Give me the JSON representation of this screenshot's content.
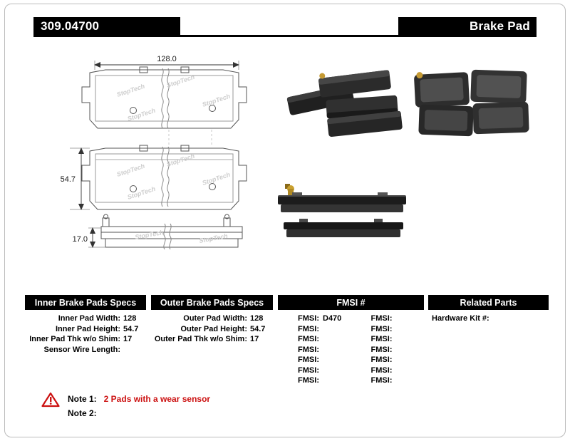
{
  "header": {
    "part_number": "309.04700",
    "product_type": "Brake Pad"
  },
  "drawings": {
    "watermark": "StopTech",
    "width_dim": "128.0",
    "height_dim": "54.7",
    "thickness_dim": "17.0"
  },
  "spec_table": {
    "inner": {
      "header": "Inner Brake Pads Specs",
      "rows": [
        {
          "label": "Inner Pad Width:",
          "value": "128"
        },
        {
          "label": "Inner Pad Height:",
          "value": "54.7"
        },
        {
          "label": "Inner Pad Thk w/o Shim:",
          "value": "17"
        },
        {
          "label": "Sensor Wire Length:",
          "value": ""
        }
      ]
    },
    "outer": {
      "header": "Outer Brake Pads Specs",
      "rows": [
        {
          "label": "Outer Pad Width:",
          "value": "128"
        },
        {
          "label": "Outer Pad Height:",
          "value": "54.7"
        },
        {
          "label": "Outer Pad Thk w/o Shim:",
          "value": "17"
        }
      ]
    },
    "fmsi": {
      "header": "FMSI #",
      "col1": [
        {
          "label": "FMSI:",
          "value": "D470"
        },
        {
          "label": "FMSI:",
          "value": ""
        },
        {
          "label": "FMSI:",
          "value": ""
        },
        {
          "label": "FMSI:",
          "value": ""
        },
        {
          "label": "FMSI:",
          "value": ""
        },
        {
          "label": "FMSI:",
          "value": ""
        },
        {
          "label": "FMSI:",
          "value": ""
        }
      ],
      "col2": [
        {
          "label": "FMSI:",
          "value": ""
        },
        {
          "label": "FMSI:",
          "value": ""
        },
        {
          "label": "FMSI:",
          "value": ""
        },
        {
          "label": "FMSI:",
          "value": ""
        },
        {
          "label": "FMSI:",
          "value": ""
        },
        {
          "label": "FMSI:",
          "value": ""
        },
        {
          "label": "FMSI:",
          "value": ""
        }
      ]
    },
    "related": {
      "header": "Related Parts",
      "rows": [
        {
          "label": "Hardware Kit #:",
          "value": ""
        }
      ]
    }
  },
  "notes": {
    "note1_label": "Note 1:",
    "note1_text": "2 Pads with a wear sensor",
    "note2_label": "Note 2:",
    "note2_text": ""
  },
  "colors": {
    "header_bar": "#000000",
    "note_red": "#cc1111"
  }
}
